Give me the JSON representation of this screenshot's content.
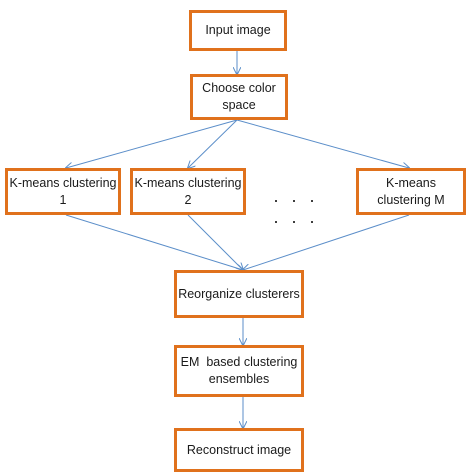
{
  "nodes": {
    "input": "Input image",
    "color_space": "Choose color space",
    "kmeans_1": "K-means clustering 1",
    "kmeans_2": "K-means clustering 2",
    "kmeans_m": "K-means clustering M",
    "reorganize": "Reorganize clusterers",
    "em": "EM  based clustering ensembles",
    "reconstruct": "Reconstruct image"
  },
  "ellipsis": ". . . . . .",
  "colors": {
    "box_border": "#e0711c",
    "arrow": "#5b8ec9"
  }
}
